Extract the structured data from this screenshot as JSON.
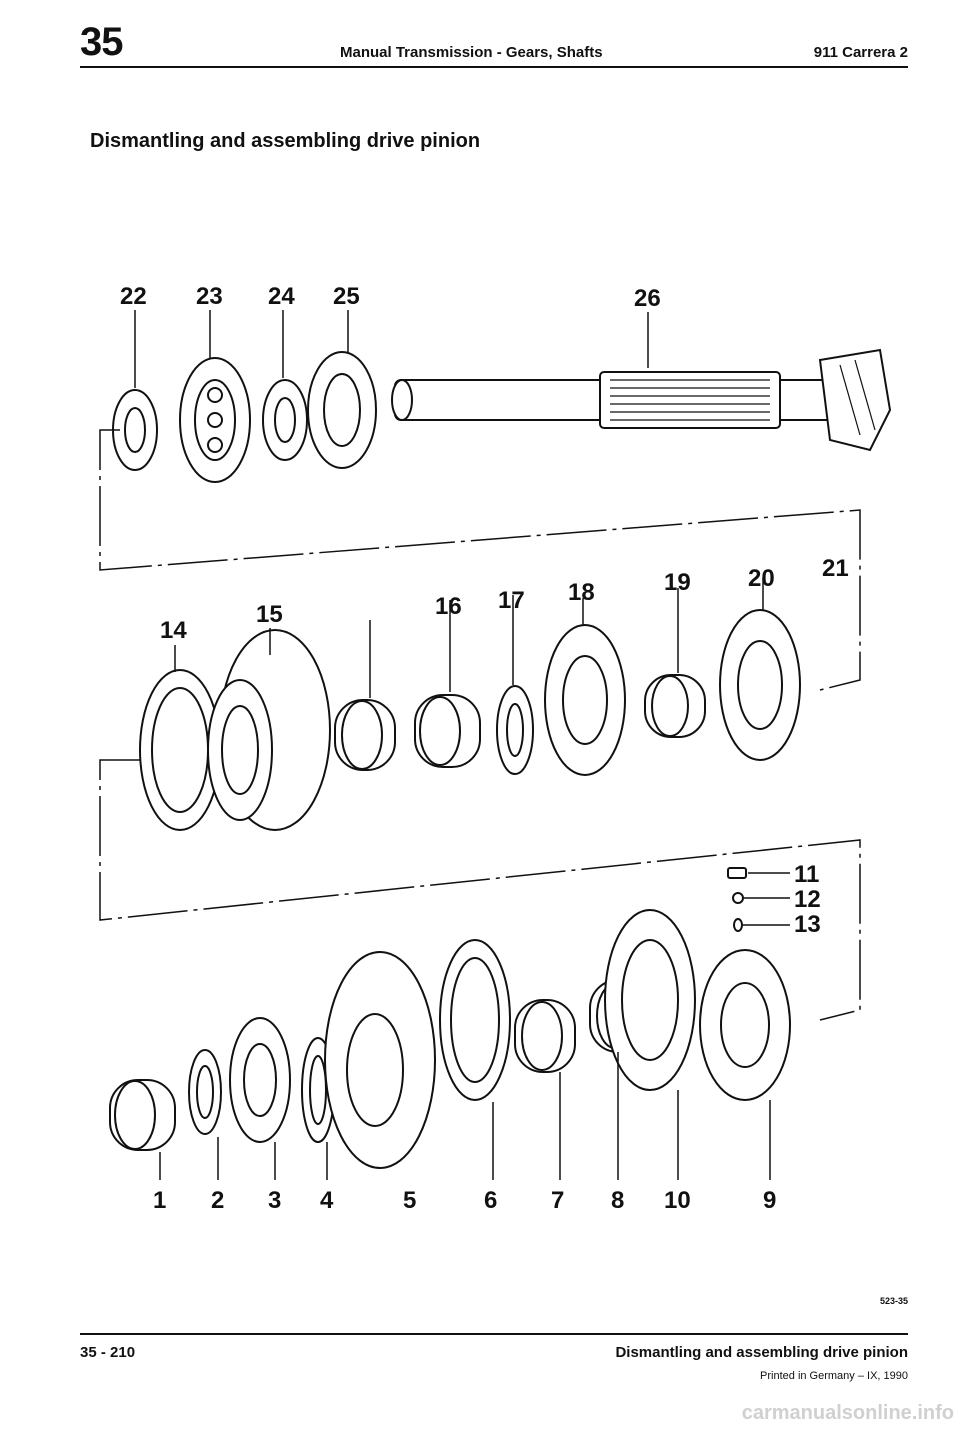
{
  "header": {
    "section": "35",
    "title": "Manual Transmission - Gears, Shafts",
    "model": "911 Carrera 2"
  },
  "heading": "Dismantling and assembling drive pinion",
  "figure": {
    "reference": "523-35",
    "callouts": [
      "1",
      "2",
      "3",
      "4",
      "5",
      "6",
      "7",
      "8",
      "9",
      "10",
      "11",
      "12",
      "13",
      "14",
      "15",
      "16",
      "17",
      "18",
      "19",
      "20",
      "21",
      "22",
      "23",
      "24",
      "25",
      "26"
    ]
  },
  "footer": {
    "page": "35 - 210",
    "title": "Dismantling and assembling drive pinion",
    "printed": "Printed in Germany – IX, 1990"
  },
  "watermark": "carmanualsonline.info"
}
